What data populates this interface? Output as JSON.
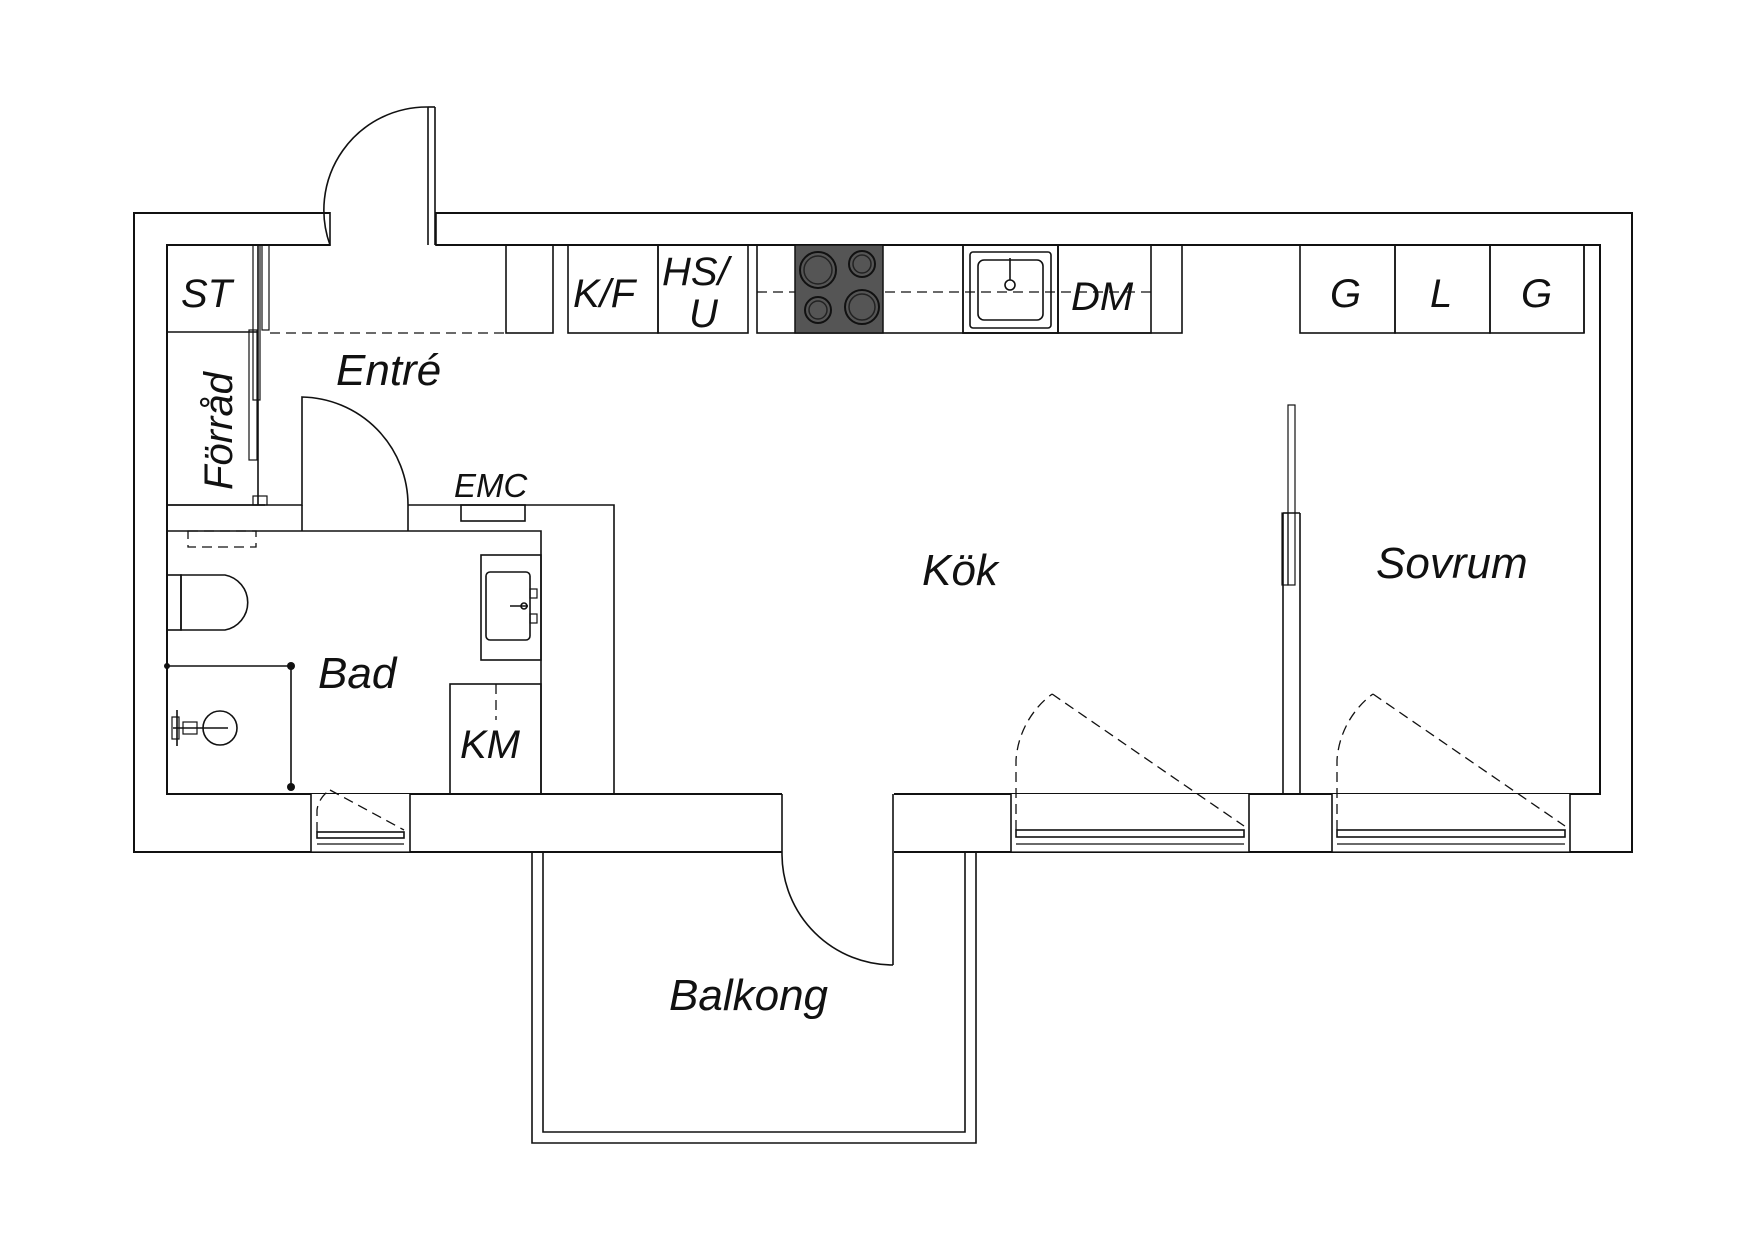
{
  "labels": {
    "entre": "Entré",
    "forrad": "Förråd",
    "st": "ST",
    "kf": "K/F",
    "hs": "HS/",
    "u": "U",
    "dm": "DM",
    "g1": "G",
    "l": "L",
    "g2": "G",
    "emc": "EMC",
    "bad": "Bad",
    "km": "KM",
    "kok": "Kök",
    "sovrum": "Sovrum",
    "balkong": "Balkong"
  },
  "colors": {
    "line": "#111111",
    "stove": "#555555",
    "background": "#ffffff"
  },
  "icons": [
    "stove-icon",
    "kitchen-sink-icon",
    "bathroom-sink-icon",
    "toilet-icon",
    "shower-icon"
  ]
}
